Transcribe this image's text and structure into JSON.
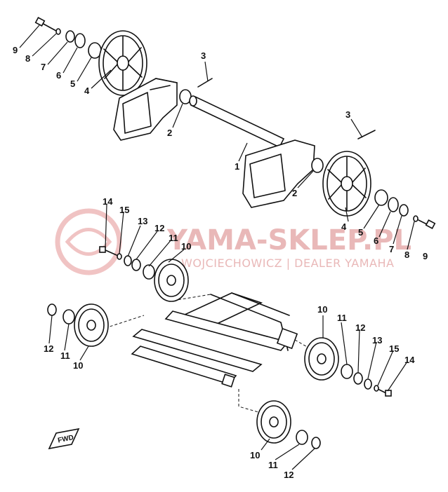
{
  "watermark": {
    "title": "YAMA-SKLEP.PL",
    "subtitle": "WOJCIECHOWICZ | DEALER YAMAHA"
  },
  "fwd_label": "FWD",
  "callouts": {
    "c1": "1",
    "c2a": "2",
    "c2b": "2",
    "c3a": "3",
    "c3b": "3",
    "c4a": "4",
    "c4b": "4",
    "c5a": "5",
    "c5b": "5",
    "c6a": "6",
    "c6b": "6",
    "c7a": "7",
    "c7b": "7",
    "c8a": "8",
    "c8b": "8",
    "c9a": "9",
    "c9b": "9",
    "c10a": "10",
    "c10b": "10",
    "c10c": "10",
    "c10d": "10",
    "c11a": "11",
    "c11b": "11",
    "c11c": "11",
    "c11d": "11",
    "c12a": "12",
    "c12b": "12",
    "c12c": "12",
    "c12d": "12",
    "c13a": "13",
    "c13b": "13",
    "c14a": "14",
    "c14b": "14",
    "c15a": "15",
    "c15b": "15"
  }
}
